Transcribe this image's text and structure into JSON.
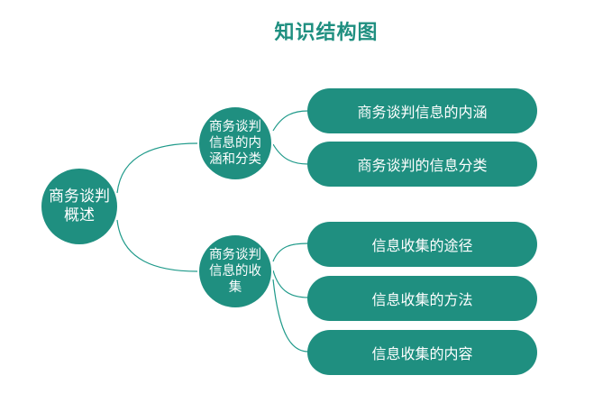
{
  "title": "知识结构图",
  "root": {
    "label": "商务谈判概述"
  },
  "branches": [
    {
      "label": "商务谈判信息的内涵和分类",
      "leaves": [
        "商务谈判信息的内涵",
        "商务谈判的信息分类"
      ]
    },
    {
      "label": "商务谈判信息的收集",
      "leaves": [
        "信息收集的途径",
        "信息收集的方法",
        "信息收集的内容"
      ]
    }
  ],
  "colors": {
    "node": "#1f8f80",
    "line": "#1f9a8a",
    "title": "#1f8f80"
  }
}
